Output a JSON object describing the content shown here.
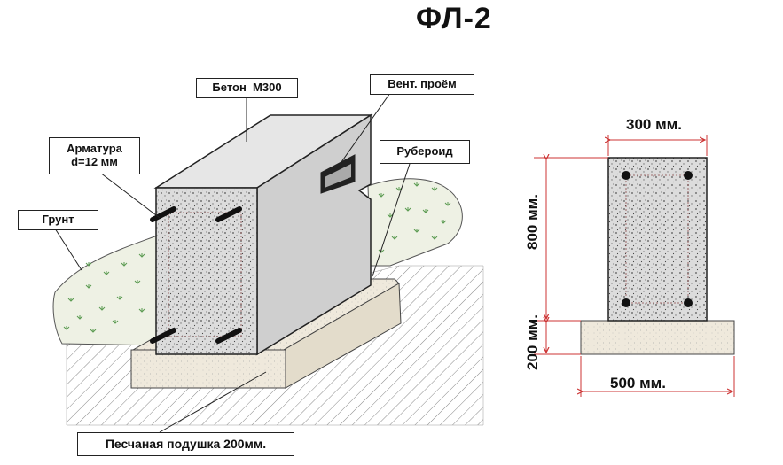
{
  "title": "ФЛ-2",
  "labels": {
    "concrete": "Бетон  М300",
    "vent": "Вент. проём",
    "rebar_line1": "Арматура",
    "rebar_line2": "d=12 мм",
    "ruberoid": "Рубероид",
    "soil": "Грунт",
    "sand": "Песчаная подушка 200мм."
  },
  "dimensions": {
    "width_top": "300 мм.",
    "height_block": "800 мм.",
    "height_sand": "200 мм.",
    "width_base": "500 мм."
  },
  "colors": {
    "concrete": "#d9d9d9",
    "sand": "#f0eadf",
    "soil": "#eef1e4",
    "grass": "#5a9a50",
    "dimension": "#c33"
  }
}
